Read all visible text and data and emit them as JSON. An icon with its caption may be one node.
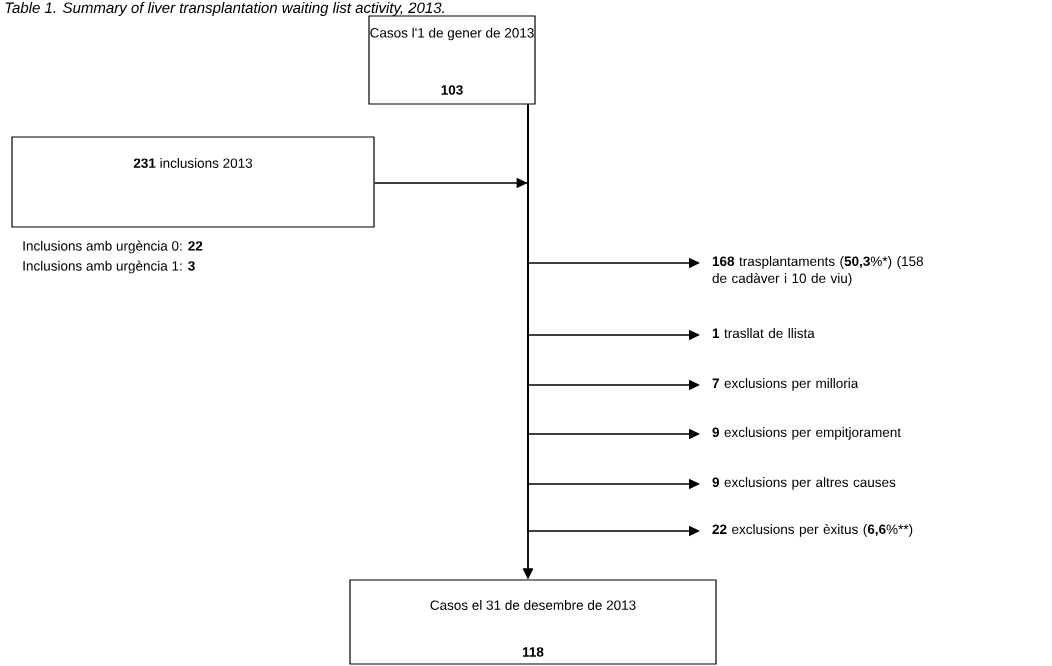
{
  "diagram": {
    "title": "Table 1. Summary of liver transplantation waiting list activity, 2013.",
    "nodes": [
      {
        "text": [
          "Casos l'1 de gener de 2013",
          "103"
        ]
      },
      {
        "text": [
          "**231** inclusions 2013"
        ],
        "beside": [
          "Inclusions amb urgència 0: **22**",
          "Inclusions amb urgència 1: **3**"
        ]
      },
      {
        "text": [
          "**168** trasplantaments (**50,3**%*) (158 de cadàver i 10 de viu)"
        ]
      },
      {
        "text": [
          "**1** trasllat de llista"
        ]
      },
      {
        "text": [
          "**7** exclusions per milloria"
        ]
      },
      {
        "text": [
          "**9** exclusions per empitjorament"
        ]
      },
      {
        "text": [
          "**9** exclusions per altres causes"
        ]
      },
      {
        "text": [
          "**22** exclusions per èxitus (**6,6**%**)"
        ]
      },
      {
        "text": [
          "Casos el 31 de desembre de 2013",
          "118"
        ]
      }
    ],
    "edges": [
      {
        "from": 0,
        "to": 8,
        "arrow": "to"
      },
      {
        "from": 1,
        "to": 8,
        "arrow": "to"
      },
      {
        "from": 0,
        "to": 2,
        "arrow": "to"
      },
      {
        "from": 0,
        "to": 3,
        "arrow": "to"
      },
      {
        "from": 0,
        "to": 4,
        "arrow": "to"
      },
      {
        "from": 0,
        "to": 5,
        "arrow": "to"
      },
      {
        "from": 0,
        "to": 6,
        "arrow": "to"
      },
      {
        "from": 0,
        "to": 7,
        "arrow": "to"
      }
    ]
  }
}
